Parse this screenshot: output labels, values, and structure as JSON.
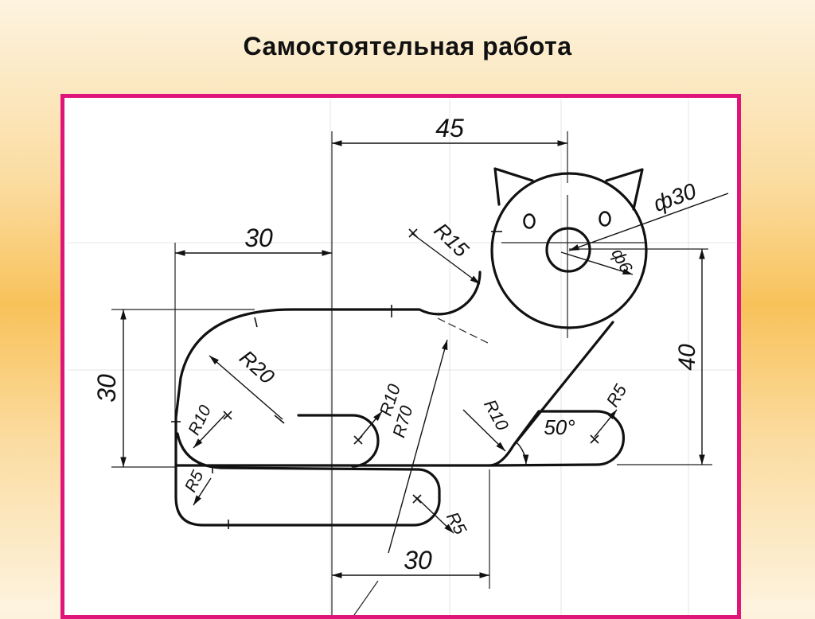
{
  "slide": {
    "title": "Самостоятельная работа"
  },
  "drawing": {
    "dimensions": {
      "top_width": "45",
      "left_width": "30",
      "bottom_width": "30",
      "left_height": "30",
      "right_height": "40",
      "head_diameter": "ф30",
      "nose_diameter": "ф6",
      "neck_radius": "R15",
      "back_radius": "R20",
      "chest_radius": "R70",
      "tail_inner_radius": "R10",
      "paw_left_radius": "R10",
      "tail_end_radius": "R5",
      "front_leg_radius": "R10",
      "front_paw_radius": "R5",
      "bottom_paw_radius": "R5",
      "angle": "50°"
    }
  }
}
